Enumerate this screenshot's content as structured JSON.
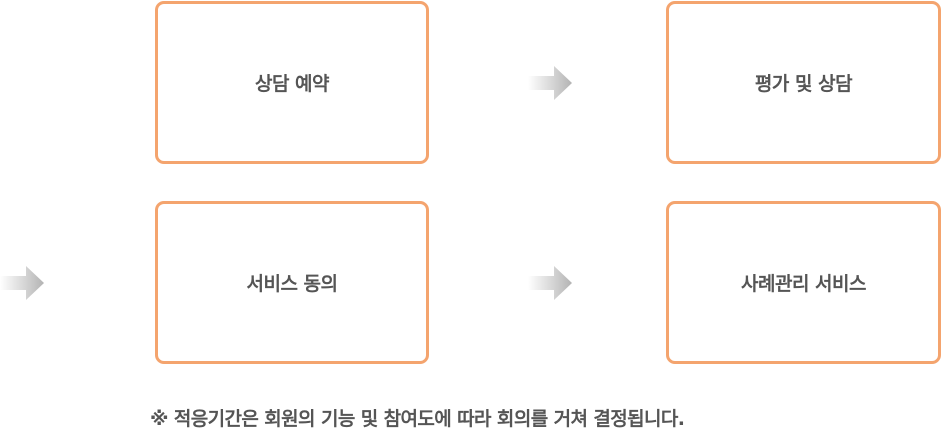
{
  "steps": [
    {
      "label": "상담 예약"
    },
    {
      "label": "평가 및 상담"
    },
    {
      "label": "서비스 동의"
    },
    {
      "label": "사례관리 서비스"
    }
  ],
  "arrow_icon": "arrow-right-icon",
  "colors": {
    "box_border": "#f4a46e",
    "text": "#555555",
    "arrow_dark": "#b3b3b3"
  },
  "note": "※ 적응기간은 회원의 기능 및 참여도에 따라 회의를 거쳐 결정됩니다."
}
